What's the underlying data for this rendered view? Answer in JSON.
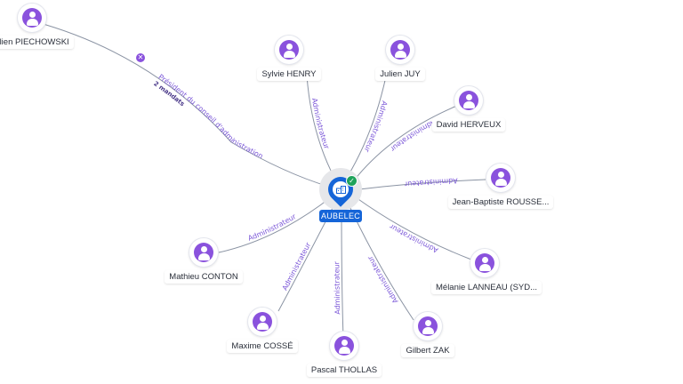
{
  "company": {
    "name": "AUBELEC",
    "verified_icon": "check-icon",
    "icon": "building-icon",
    "color": "#1565d8"
  },
  "relation_label": "Administrateur",
  "special_relation": {
    "label": "Président du conseil d'administration",
    "extra": "2 mandats"
  },
  "people": [
    {
      "id": "piechowski",
      "name": "ulien PIECHOWSKI"
    },
    {
      "id": "henry",
      "name": "Sylvie HENRY"
    },
    {
      "id": "juy",
      "name": "Julien JUY"
    },
    {
      "id": "herveux",
      "name": "David HERVEUX"
    },
    {
      "id": "rousse",
      "name": "Jean-Baptiste ROUSSE..."
    },
    {
      "id": "lanneau",
      "name": "Mélanie LANNEAU (SYD..."
    },
    {
      "id": "zak",
      "name": "Gilbert ZAK"
    },
    {
      "id": "thollas",
      "name": "Pascal THOLLAS"
    },
    {
      "id": "cosse",
      "name": "Maxime COSSÉ"
    },
    {
      "id": "conton",
      "name": "Mathieu CONTON"
    }
  ],
  "colors": {
    "avatar": "#8a52dd",
    "edge_label": "#7b57d8",
    "edge": "#8a93a3"
  }
}
